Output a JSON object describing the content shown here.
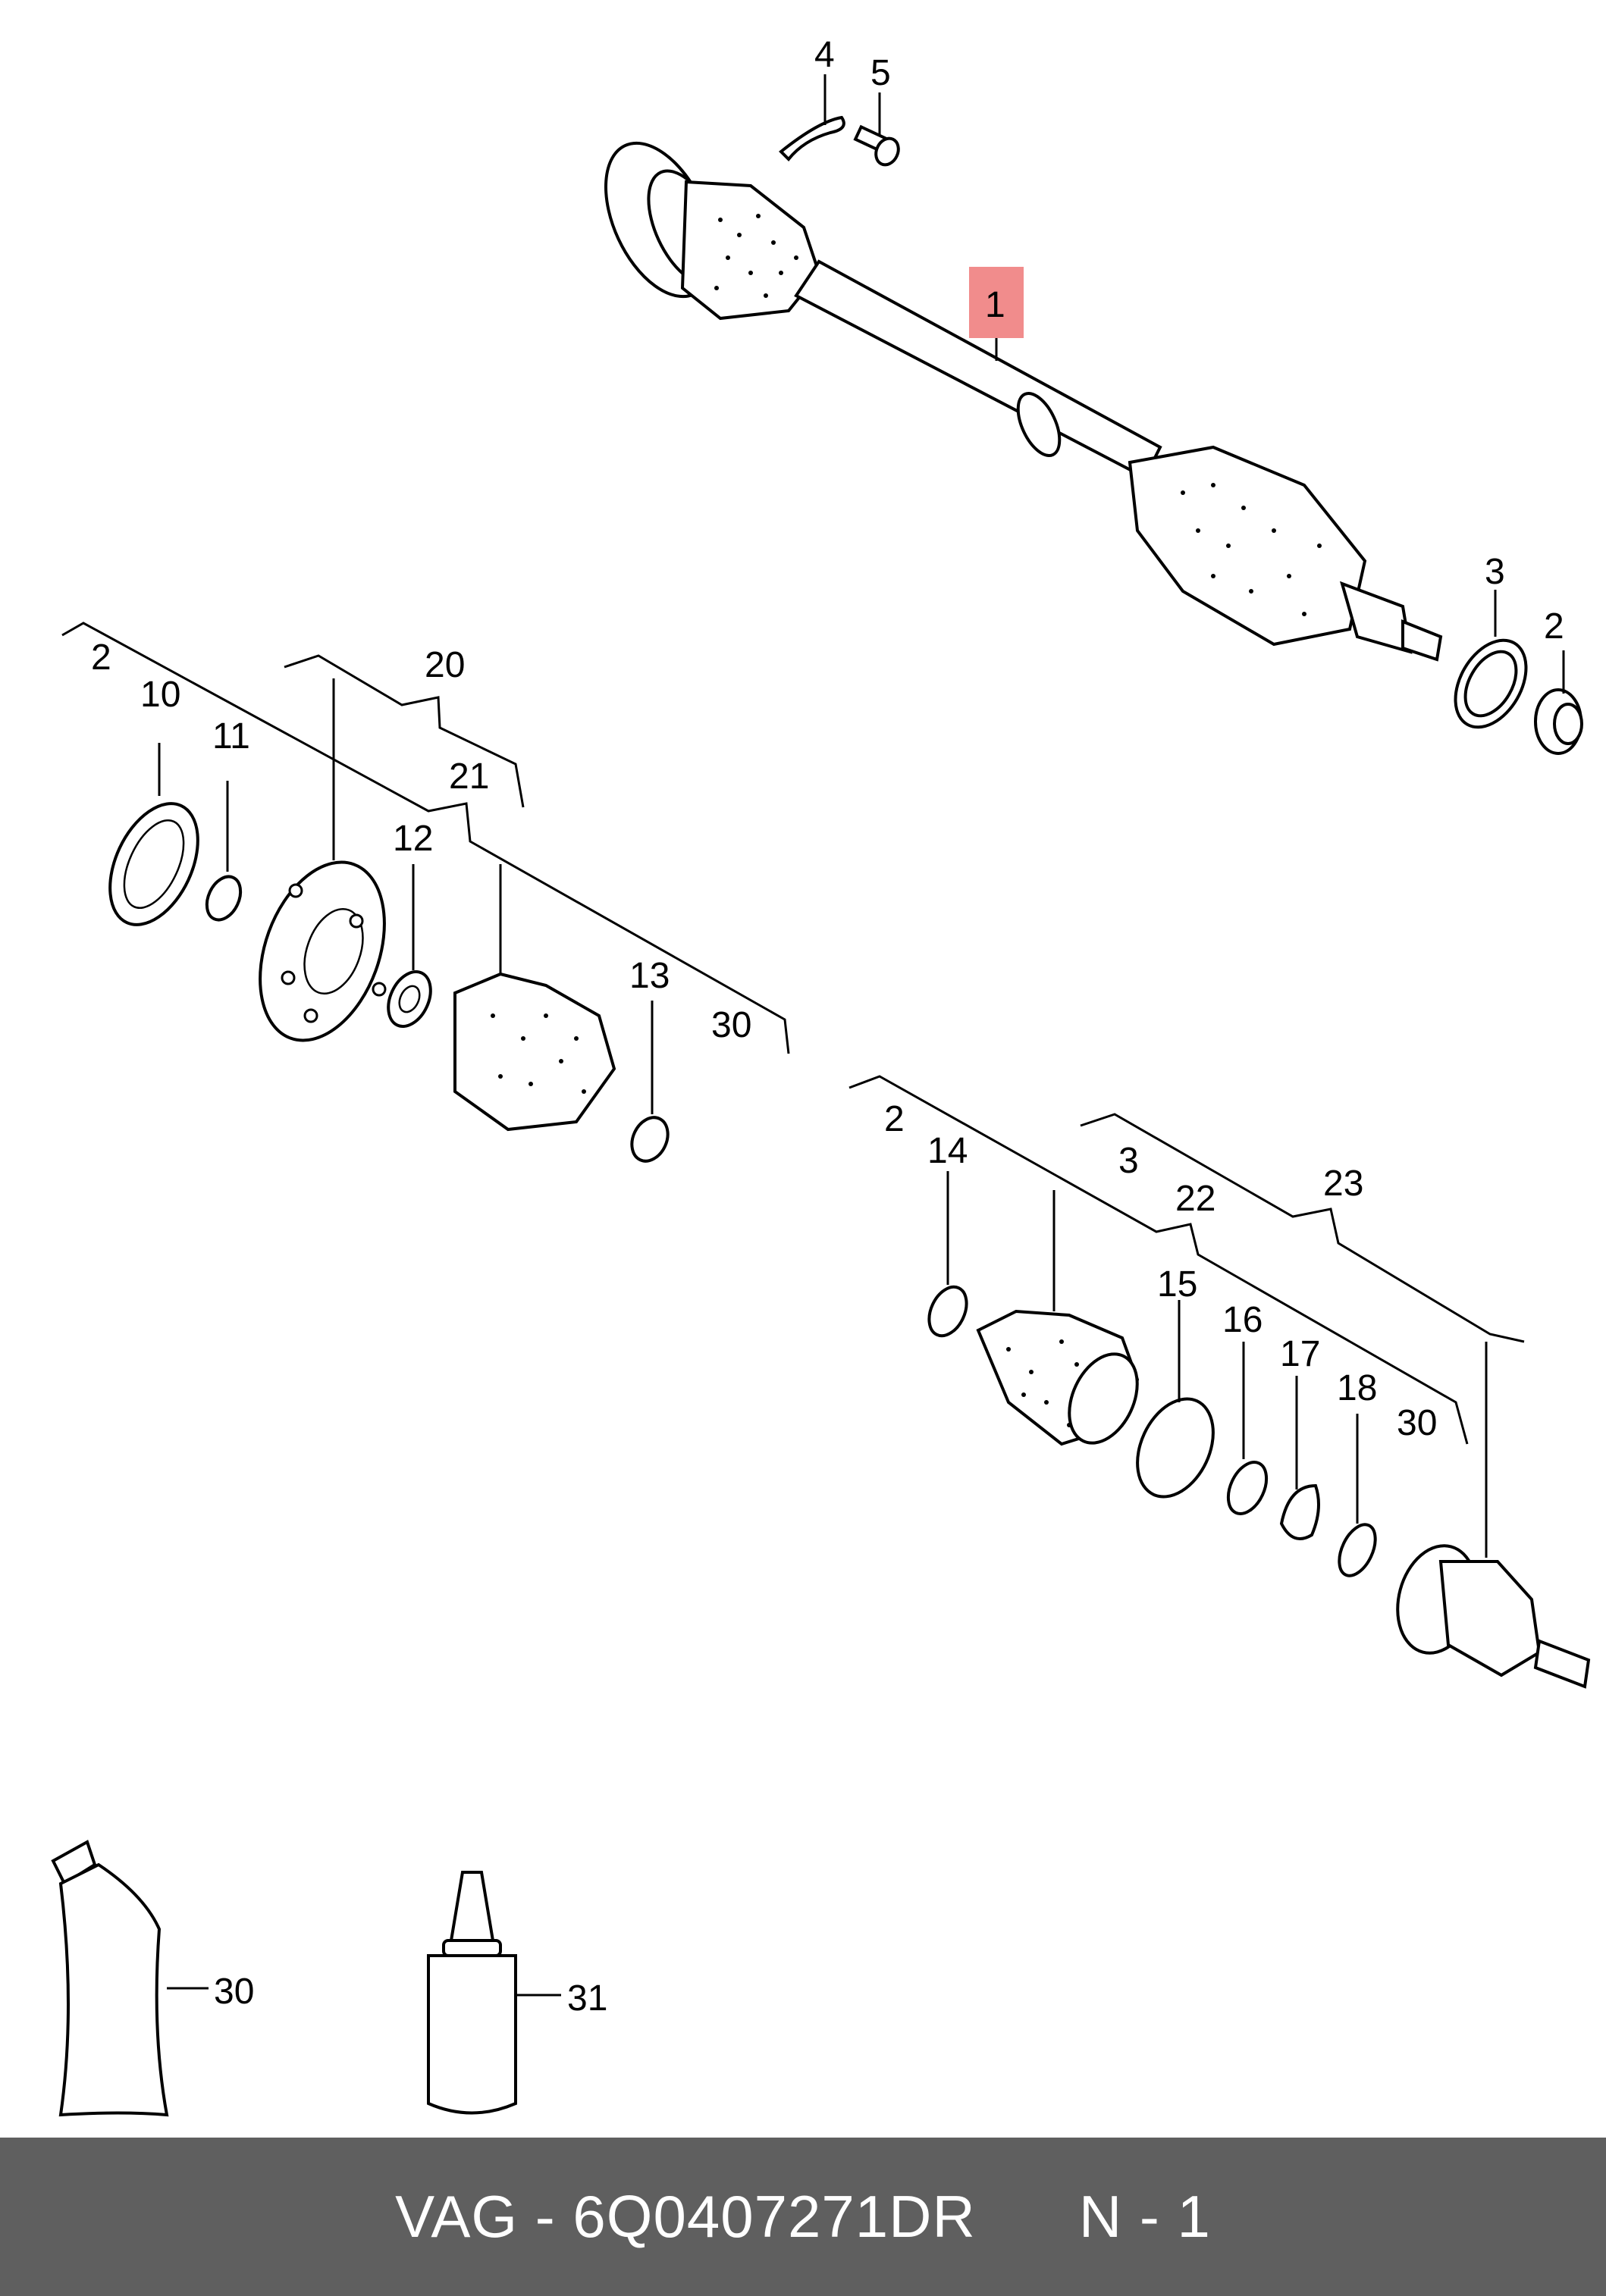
{
  "callouts": [
    {
      "id": "c1",
      "text": "1"
    },
    {
      "id": "c2a",
      "text": "2"
    },
    {
      "id": "c2b",
      "text": "2"
    },
    {
      "id": "c2c",
      "text": "2"
    },
    {
      "id": "c3a",
      "text": "3"
    },
    {
      "id": "c3b",
      "text": "3"
    },
    {
      "id": "c4",
      "text": "4"
    },
    {
      "id": "c5",
      "text": "5"
    },
    {
      "id": "c10",
      "text": "10"
    },
    {
      "id": "c11",
      "text": "11"
    },
    {
      "id": "c12",
      "text": "12"
    },
    {
      "id": "c13",
      "text": "13"
    },
    {
      "id": "c14",
      "text": "14"
    },
    {
      "id": "c15",
      "text": "15"
    },
    {
      "id": "c16",
      "text": "16"
    },
    {
      "id": "c17",
      "text": "17"
    },
    {
      "id": "c18",
      "text": "18"
    },
    {
      "id": "c20",
      "text": "20"
    },
    {
      "id": "c21",
      "text": "21"
    },
    {
      "id": "c22",
      "text": "22"
    },
    {
      "id": "c23",
      "text": "23"
    },
    {
      "id": "c30a",
      "text": "30"
    },
    {
      "id": "c30b",
      "text": "30"
    },
    {
      "id": "c30c",
      "text": "30"
    },
    {
      "id": "c31",
      "text": "31"
    }
  ],
  "highlight_color": "#f08080",
  "footer": {
    "part_number": "VAG - 6Q0407271DR",
    "quantity": "N - 1",
    "background": "#5f5f5f"
  }
}
